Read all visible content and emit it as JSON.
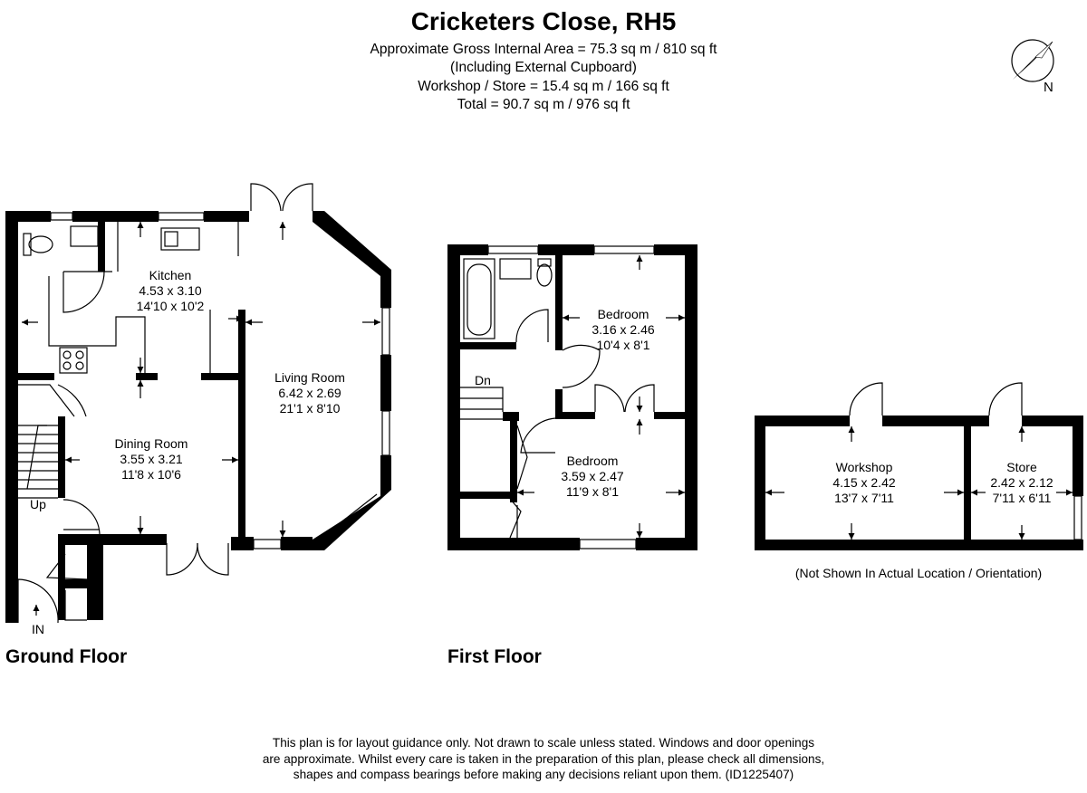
{
  "header": {
    "title": "Cricketers Close, RH5",
    "line1": "Approximate Gross Internal Area = 75.3 sq m / 810 sq ft",
    "line2": "(Including External Cupboard)",
    "line3": "Workshop / Store = 15.4 sq m / 166 sq ft",
    "line4": "Total = 90.7 sq m / 976 sq ft"
  },
  "compass": {
    "north_label": "N"
  },
  "ground_floor": {
    "label": "Ground Floor",
    "rooms": {
      "kitchen": {
        "name": "Kitchen",
        "metric": "4.53 x 3.10",
        "imperial": "14'10 x 10'2"
      },
      "living": {
        "name": "Living Room",
        "metric": "6.42 x 2.69",
        "imperial": "21'1 x 8'10"
      },
      "dining": {
        "name": "Dining Room",
        "metric": "3.55 x 3.21",
        "imperial": "11'8 x 10'6"
      }
    },
    "stairs_label": "Up",
    "entrance_label": "IN"
  },
  "first_floor": {
    "label": "First Floor",
    "rooms": {
      "bedroom1": {
        "name": "Bedroom",
        "metric": "3.16 x 2.46",
        "imperial": "10'4 x 8'1"
      },
      "bedroom2": {
        "name": "Bedroom",
        "metric": "3.59 x 2.47",
        "imperial": "11'9 x 8'1"
      }
    },
    "stairs_label": "Dn"
  },
  "outbuilding": {
    "rooms": {
      "workshop": {
        "name": "Workshop",
        "metric": "4.15 x 2.42",
        "imperial": "13'7 x 7'11"
      },
      "store": {
        "name": "Store",
        "metric": "2.42 x 2.12",
        "imperial": "7'11 x 6'11"
      }
    },
    "note": "(Not Shown In Actual Location / Orientation)"
  },
  "disclaimer": {
    "line1": "This plan is for layout guidance only. Not drawn to scale unless stated. Windows and door openings",
    "line2": "are approximate. Whilst every care is taken in the preparation of this plan, please check all dimensions,",
    "line3": "shapes and compass bearings before making any decisions reliant upon them. (ID1225407)"
  },
  "colors": {
    "wall": "#000000",
    "line": "#000000",
    "background": "#ffffff"
  }
}
